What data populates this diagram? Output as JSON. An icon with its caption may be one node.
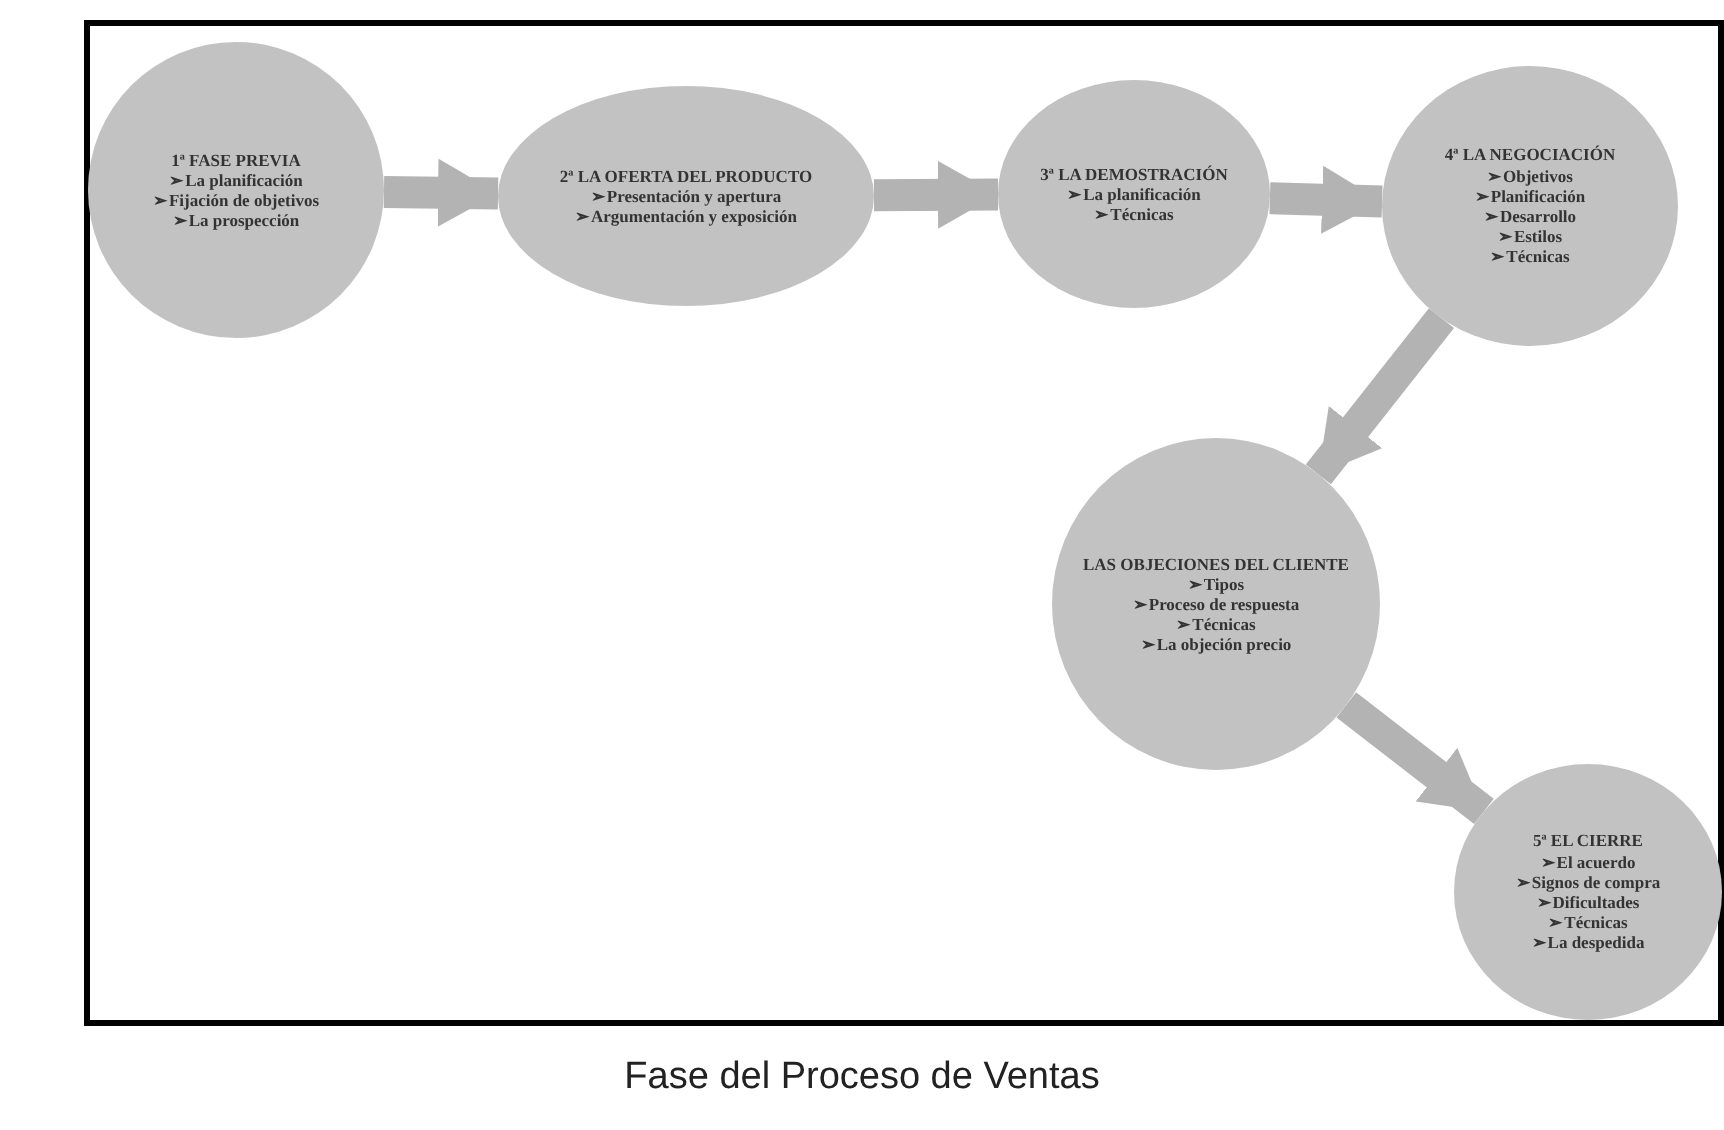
{
  "diagram": {
    "caption": "Fase del Proceso de Ventas",
    "nodes": [
      {
        "text": [
          "1ª FASE PREVIA",
          "➢La planificación",
          "➢Fijación de objetivos",
          "➢La prospección"
        ]
      },
      {
        "text": [
          "2ª LA OFERTA DEL PRODUCTO",
          "➢Presentación y apertura",
          "➢Argumentación y exposición"
        ]
      },
      {
        "text": [
          "3ª LA DEMOSTRACIÓN",
          "➢La planificación",
          "➢Técnicas"
        ]
      },
      {
        "text": [
          "4ª LA NEGOCIACIÓN",
          "➢Objetivos",
          "➢Planificación",
          "➢Desarrollo",
          "➢Estilos",
          "➢Técnicas"
        ]
      },
      {
        "text": [
          "LAS OBJECIONES DEL CLIENTE",
          "➢Tipos",
          "➢Proceso de respuesta",
          "➢Técnicas",
          "➢La objeción precio"
        ]
      },
      {
        "text": [
          "5ª EL CIERRE",
          "➢El acuerdo",
          "➢Signos de compra",
          "➢Dificultades",
          "➢Técnicas",
          "➢La despedida"
        ]
      }
    ],
    "edges": [
      {
        "from": 0,
        "to": 1,
        "arrow": "to"
      },
      {
        "from": 1,
        "to": 2,
        "arrow": "to"
      },
      {
        "from": 2,
        "to": 3,
        "arrow": "to"
      },
      {
        "from": 3,
        "to": 4,
        "arrow": "to"
      },
      {
        "from": 4,
        "to": 5,
        "arrow": "to"
      }
    ]
  }
}
